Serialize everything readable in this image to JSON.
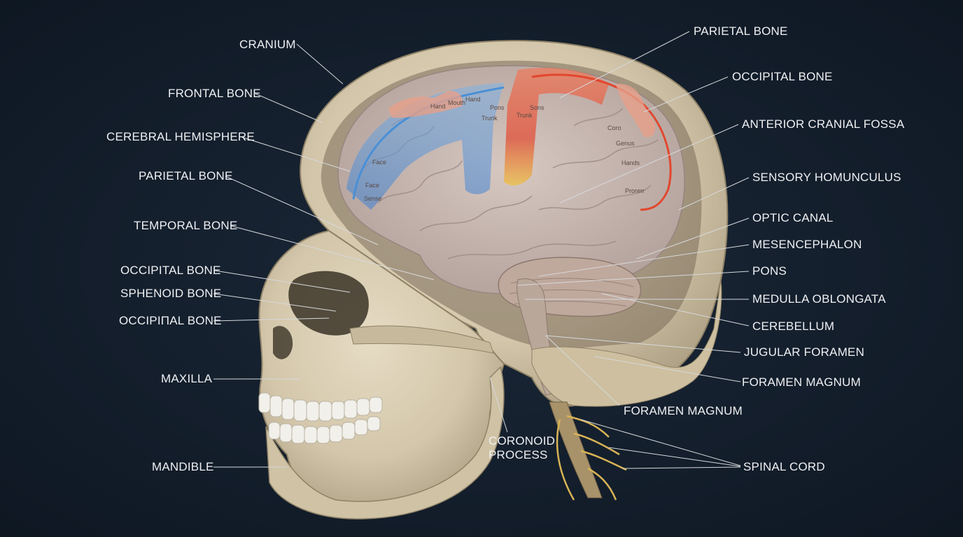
{
  "labels": {
    "cranium": "CRANIUM",
    "frontal_bone": "FRONTAL BONE",
    "cerebral_hemisphere": "CEREBRAL HEMISPHERE",
    "parietal_bone_left": "PARIETAL BONE",
    "temporal_bone": "TEMPORAL BONE",
    "occipital_bone_left_1": "OCCIPITAL BONE",
    "sphenoid_bone": "SPHENOID BONE",
    "occipital_bone_left_2": "OCCIPIΠAL BONE",
    "maxilla": "MAXILLA",
    "mandible": "MANDIBLE",
    "coronoid_process_1": "CORONOID",
    "coronoid_process_2": "PROCESS",
    "foramen_magnum_bottom": "FORAMEN MAGNUM",
    "parietal_bone_right": "PARIETAL BONE",
    "occipital_bone_right": "OCCIPITAL BONE",
    "anterior_cranial_fossa": "ANTERIOR CRANIAL FOSSA",
    "sensory_homunculus": "SENSORY HOMUNCULUS",
    "optic_canal": "OPTIC CANAL",
    "mesencephalon": "MESENCEPHALON",
    "pons": "PONS",
    "medulla_oblongata": "MEDULLA OBLONGATA",
    "cerebellum": "CEREBELLUM",
    "jugular_foramen": "JUGULAR FORAMEN",
    "foramen_magnum_right": "FORAMEN MAGNUM",
    "spinal_cord": "SPINAL CORD"
  },
  "brain_text": {
    "face_1": "Face",
    "face_2": "Face",
    "sense": "Sense",
    "hand_1": "Hand",
    "mouth": "Mouth",
    "hand_2": "Hand",
    "trunk_1": "Trunk",
    "trunk_2": "Trunk",
    "pons": "Pons",
    "sons": "Sons",
    "hands_right": "Hands",
    "prorerr": "Prorerr",
    "genus": "Genus",
    "coro": "Coro"
  },
  "colors": {
    "background": "#141f2d",
    "bone": "#d8ccb2",
    "brain": "#c9b7ae",
    "motor_strip": "#e85a3c",
    "sensory_strip": "#4a8fd6",
    "nerve": "#d9b455",
    "label_text": "#eef0f2",
    "leader_line": "#d6d9dc"
  }
}
